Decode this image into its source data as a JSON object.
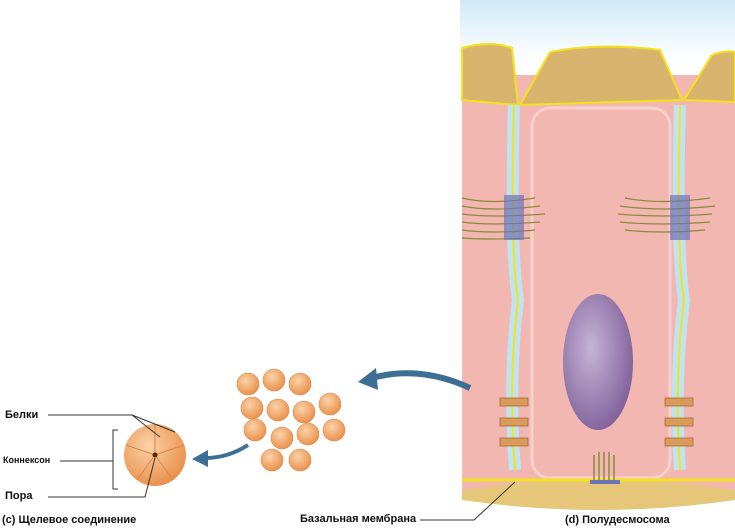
{
  "labels": {
    "proteins": "Белки",
    "connexon": "Коннексон",
    "pore": "Пора",
    "gap_junction_caption": "(c) Щелевое соединение",
    "basal_membrane": "Базальная мембрана",
    "hemidesmosome_caption": "(d) Полудесмосома"
  },
  "colors": {
    "cell": "#f2b7b0",
    "cap": "#d9b46e",
    "membrane": "#f3e21c",
    "channel": "#bfe3f2",
    "nucleus": "#8e6fa6",
    "connexon": "#f0a35e",
    "arrow": "#3c6f93"
  }
}
